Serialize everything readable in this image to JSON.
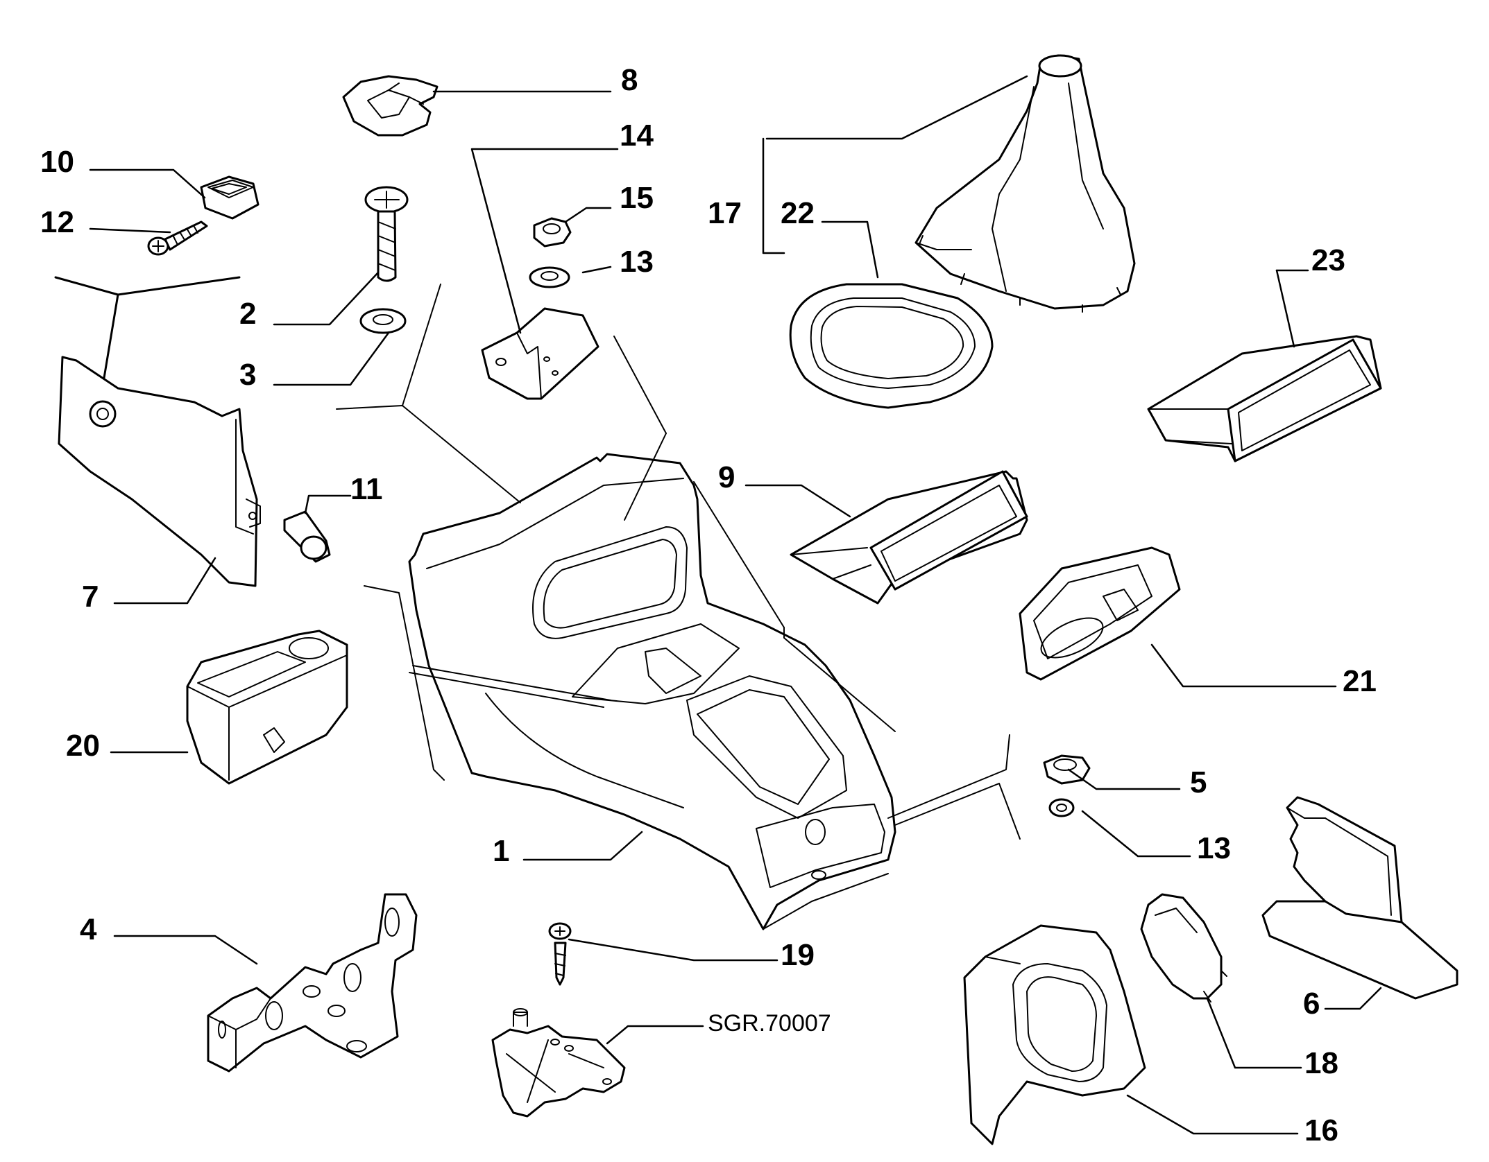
{
  "diagram": {
    "reference_code": "SGR.70007",
    "callouts": {
      "c1": "1",
      "c2": "2",
      "c3": "3",
      "c4": "4",
      "c5": "5",
      "c6": "6",
      "c7": "7",
      "c8": "8",
      "c9": "9",
      "c10": "10",
      "c11": "11",
      "c12": "12",
      "c13a": "13",
      "c13b": "13",
      "c14": "14",
      "c15": "15",
      "c16": "16",
      "c17": "17",
      "c18": "18",
      "c19": "19",
      "c20": "20",
      "c21": "21",
      "c22": "22",
      "c23": "23"
    }
  }
}
